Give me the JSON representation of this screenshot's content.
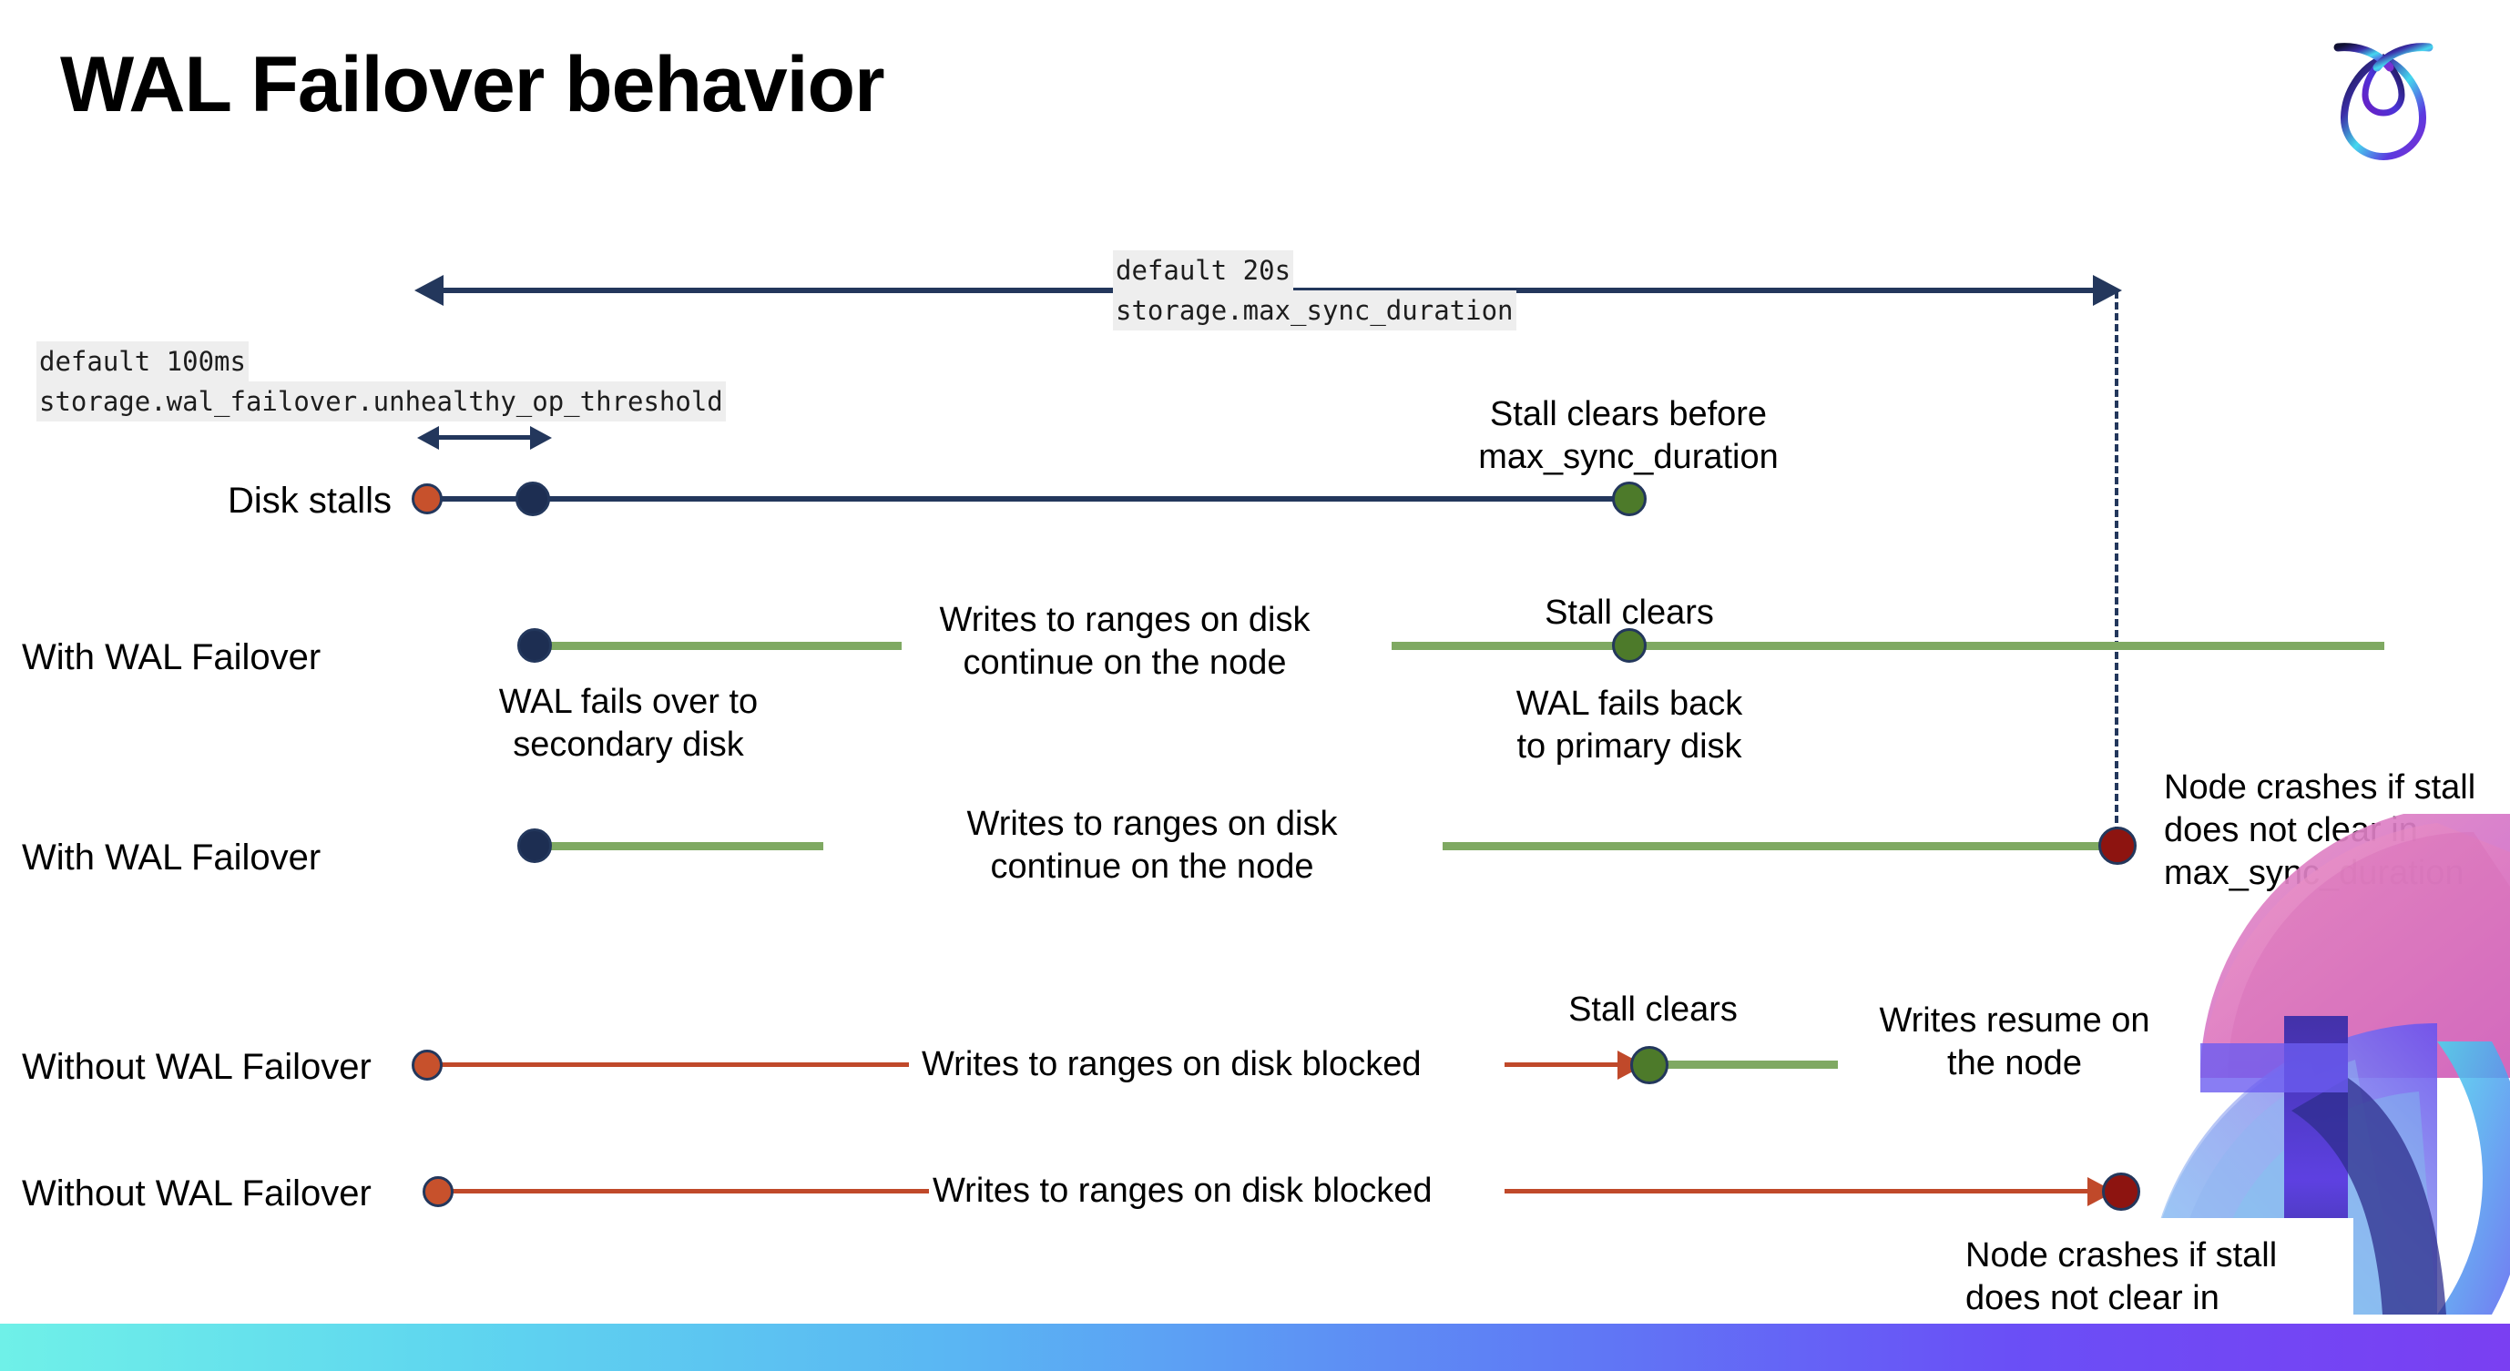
{
  "slide": {
    "title": "WAL Failover behavior",
    "logo_name": "cockroachdb-logo"
  },
  "settings": [
    {
      "id": "max-sync-duration",
      "default_line": "default 20s",
      "setting_line": "storage.max_sync_duration"
    },
    {
      "id": "unhealthy-op-threshold",
      "default_line": "default 100ms",
      "setting_line": "storage.wal_failover.unhealthy_op_threshold"
    }
  ],
  "rows": [
    {
      "id": "disk-stalls",
      "label": "Disk stalls",
      "annotations": [
        "Stall clears before\nmax_sync_duration"
      ]
    },
    {
      "id": "with-wal-failover-1",
      "label": "With WAL Failover",
      "annotations": [
        "WAL fails over to\nsecondary disk",
        "Writes to ranges on disk\ncontinue on the node",
        "Stall clears",
        "WAL fails  back\nto primary disk"
      ]
    },
    {
      "id": "with-wal-failover-2",
      "label": "With WAL Failover",
      "annotations": [
        "Writes to ranges on disk\ncontinue on the node",
        "Node crashes if stall\ndoes not clear in\nmax_sync_duration"
      ]
    },
    {
      "id": "without-wal-failover-1",
      "label": "Without WAL Failover",
      "annotations": [
        "Writes to ranges on disk  blocked",
        "Stall clears",
        "Writes resume on\nthe node"
      ]
    },
    {
      "id": "without-wal-failover-2",
      "label": "Without WAL Failover",
      "annotations": [
        "Writes to ranges on disk  blocked",
        "Node crashes if stall\ndoes not clear in\nmax_sync_duration"
      ]
    }
  ],
  "legend_colors": {
    "navy": "#23375c",
    "green": "#7fa962",
    "green_dot": "#4d7a2a",
    "orange": "#c7512c",
    "red_line": "#c0492a",
    "dark_red": "#8d1410",
    "code_bg": "#eeeeee"
  }
}
